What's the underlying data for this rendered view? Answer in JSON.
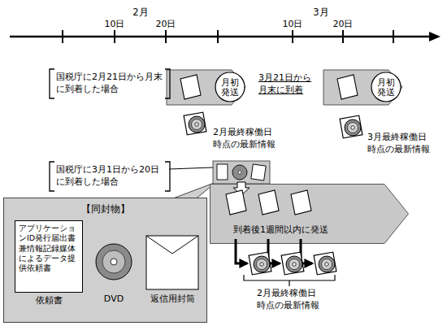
{
  "diagram": {
    "nodes": [
      {
        "text": [
          "国税庁に2月21日から月末 に到着した場合"
        ]
      },
      {
        "text": [
          "月初 発送"
        ]
      },
      {
        "text": [
          "月初 発送"
        ]
      },
      {
        "text": [
          "国税庁に3月1日から20日 に到着した場合"
        ]
      },
      {
        "text": [
          "【同封物】"
        ]
      },
      {
        "text": [
          "アプリケーショ ンID発行届出書 兼情報記録媒体 によるデータ提 供依頼書",
          "依頼書"
        ],
        "in": 4
      },
      {
        "text": [
          "到着後1週間以内に発送"
        ]
      }
    ],
    "labels": [
      "2月",
      "3月",
      "10日",
      "20日",
      "10日",
      "20日",
      "3月21日から 月末に到着",
      "2月最終稼働日 時点の最新情報",
      "3月最終稼働日 時点の最新情報",
      "DVD",
      "返信用封筒",
      "2月最終稼働日 時点の最新情報"
    ]
  }
}
